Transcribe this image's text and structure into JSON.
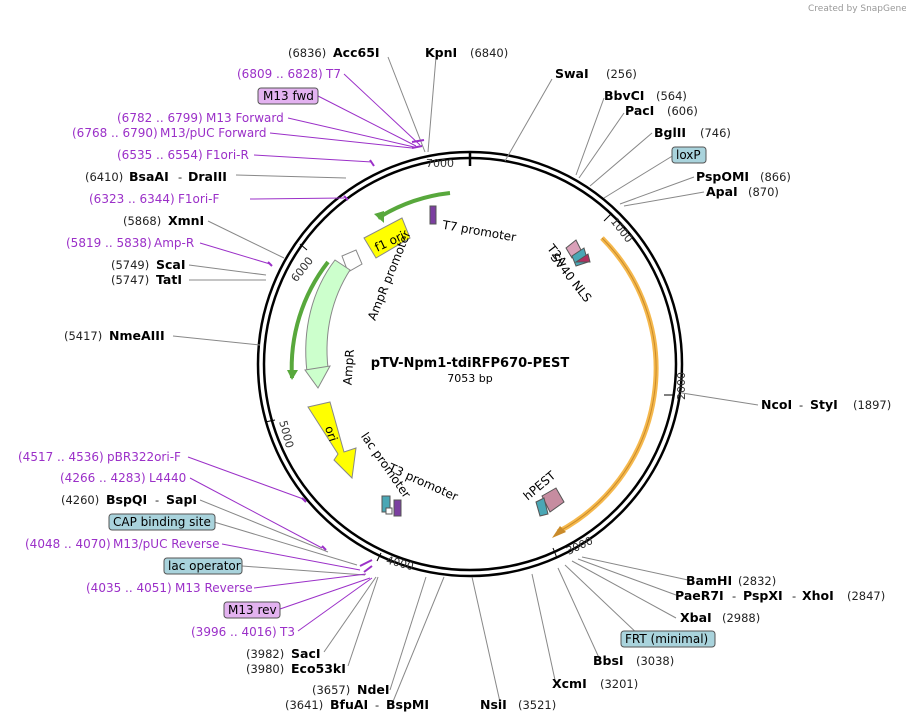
{
  "credit": "Created by SnapGene",
  "plasmid": {
    "name": "pTV-Npm1-tdiRFP670-PEST",
    "size": "7053 bp"
  },
  "colors": {
    "primer": "#9b30c8",
    "enzyme": "#000000",
    "origin": "#ffff00",
    "ampR": "#ccffcc",
    "insert": "#f5b84c",
    "box_blue": "#a9d3dc",
    "box_purple": "#e3b2f0"
  },
  "ticks": [
    "1000",
    "2000",
    "3000",
    "4000",
    "5000",
    "6000",
    "7000"
  ],
  "features": {
    "t7_promoter": "T7 promoter",
    "f1_ori": "f1 ori",
    "ampr_promoter": "AmpR promoter",
    "ampr": "AmpR",
    "ori": "ori",
    "lac_promoter": "lac promoter",
    "t3_promoter": "T3 promoter",
    "t2a": "T2A",
    "sv40_nls": "SV40 NLS",
    "hpest": "hPEST"
  },
  "labels": {
    "acc65i": {
      "pos": "(6836)",
      "name": "Acc65I"
    },
    "kpni": {
      "pos": "(6840)",
      "name": "KpnI"
    },
    "t7": {
      "pos": "(6809 .. 6828)",
      "name": "T7"
    },
    "m13fwd": {
      "name": "M13 fwd"
    },
    "m13forward": {
      "pos": "(6782 .. 6799)",
      "name": "M13 Forward"
    },
    "m13pucfwd": {
      "pos": "(6768 .. 6790)",
      "name": "M13/pUC Forward"
    },
    "f1orir": {
      "pos": "(6535 .. 6554)",
      "name": "F1ori-R"
    },
    "bsaai": {
      "pos": "(6410)",
      "name": "BsaAI",
      "sep": "-",
      "name2": "DraIII"
    },
    "f1orif": {
      "pos": "(6323 .. 6344)",
      "name": "F1ori-F"
    },
    "xmni": {
      "pos": "(5868)",
      "name": "XmnI"
    },
    "ampr_primer": {
      "pos": "(5819 .. 5838)",
      "name": "Amp-R"
    },
    "scai": {
      "pos": "(5749)",
      "name": "ScaI"
    },
    "tati": {
      "pos": "(5747)",
      "name": "TatI"
    },
    "nmeaiii": {
      "pos": "(5417)",
      "name": "NmeAIII"
    },
    "pbr322": {
      "pos": "(4517 .. 4536)",
      "name": "pBR322ori-F"
    },
    "l4440": {
      "pos": "(4266 .. 4283)",
      "name": "L4440"
    },
    "bspqi": {
      "pos": "(4260)",
      "name": "BspQI",
      "sep": "-",
      "name2": "SapI"
    },
    "cap": {
      "name": "CAP binding site"
    },
    "m13pucrev": {
      "pos": "(4048 .. 4070)",
      "name": "M13/pUC Reverse"
    },
    "lacop": {
      "name": "lac operator"
    },
    "m13reverse": {
      "pos": "(4035 .. 4051)",
      "name": "M13 Reverse"
    },
    "m13rev": {
      "name": "M13 rev"
    },
    "t3": {
      "pos": "(3996 .. 4016)",
      "name": "T3"
    },
    "saci": {
      "pos": "(3982)",
      "name": "SacI"
    },
    "eco53ki": {
      "pos": "(3980)",
      "name": "Eco53kI"
    },
    "ndei": {
      "pos": "(3657)",
      "name": "NdeI"
    },
    "bfuai": {
      "pos": "(3641)",
      "name": "BfuAI",
      "sep": "-",
      "name2": "BspMI"
    },
    "nsii": {
      "name": "NsiI",
      "pos": "(3521)"
    },
    "xcmi": {
      "name": "XcmI",
      "pos": "(3201)"
    },
    "bbsi": {
      "name": "BbsI",
      "pos": "(3038)"
    },
    "frt": {
      "name": "FRT (minimal)"
    },
    "xbai": {
      "name": "XbaI",
      "pos": "(2988)"
    },
    "paer7i": {
      "name": "PaeR7I",
      "sep": "-",
      "name2": "PspXI",
      "sep2": "-",
      "name3": "XhoI",
      "pos": "(2847)"
    },
    "bamhi": {
      "name": "BamHI",
      "pos": "(2832)"
    },
    "ncoi": {
      "name": "NcoI",
      "sep": "-",
      "name2": "StyI",
      "pos": "(1897)"
    },
    "swai": {
      "name": "SwaI",
      "pos": "(256)"
    },
    "bbvci": {
      "name": "BbvCI",
      "pos": "(564)"
    },
    "paci": {
      "name": "PacI",
      "pos": "(606)"
    },
    "bglii": {
      "name": "BglII",
      "pos": "(746)"
    },
    "loxp": {
      "name": "loxP"
    },
    "pspomi": {
      "name": "PspOMI",
      "pos": "(866)"
    },
    "apai": {
      "name": "ApaI",
      "pos": "(870)"
    }
  }
}
